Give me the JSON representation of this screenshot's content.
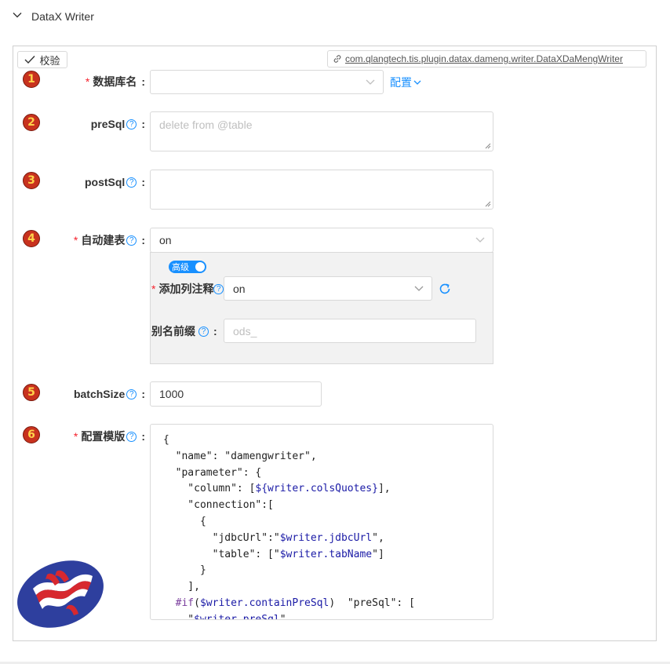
{
  "panel": {
    "title": "DataX Writer"
  },
  "toolbar": {
    "verify_label": "校验",
    "plugin_class": "com.qlangtech.tis.plugin.datax.dameng.writer.DataXDaMengWriter"
  },
  "badges": [
    "1",
    "2",
    "3",
    "4",
    "5",
    "6"
  ],
  "fields": {
    "dbName": {
      "label": "数据库名",
      "value": "",
      "config_link": "配置"
    },
    "preSql": {
      "label": "preSql",
      "placeholder": "delete from @table"
    },
    "postSql": {
      "label": "postSql",
      "placeholder": ""
    },
    "autoCreateTable": {
      "label": "自动建表",
      "value": "on"
    },
    "advanced_toggle": "高级",
    "addComment": {
      "label": "添加列注释",
      "value": "on"
    },
    "aliasPrefix": {
      "label": "别名前缀",
      "placeholder": "ods_"
    },
    "batchSize": {
      "label": "batchSize",
      "value": "1000"
    },
    "template": {
      "label": "配置模版"
    }
  },
  "template_code": [
    "{",
    "  \"name\": \"damengwriter\",",
    "  \"parameter\": {",
    "    \"column\": [${writer.colsQuotes}],",
    "    \"connection\":[",
    "      {",
    "        \"jdbcUrl\":\"$writer.jdbcUrl\",",
    "        \"table\": [\"$writer.tabName\"]",
    "      }",
    "    ],",
    "  #if($writer.containPreSql)  \"preSql\": [",
    "    \"$writer.preSql\""
  ],
  "colors": {
    "accent": "#1890ff",
    "required": "#f5222d",
    "badge": "#c8321e"
  }
}
